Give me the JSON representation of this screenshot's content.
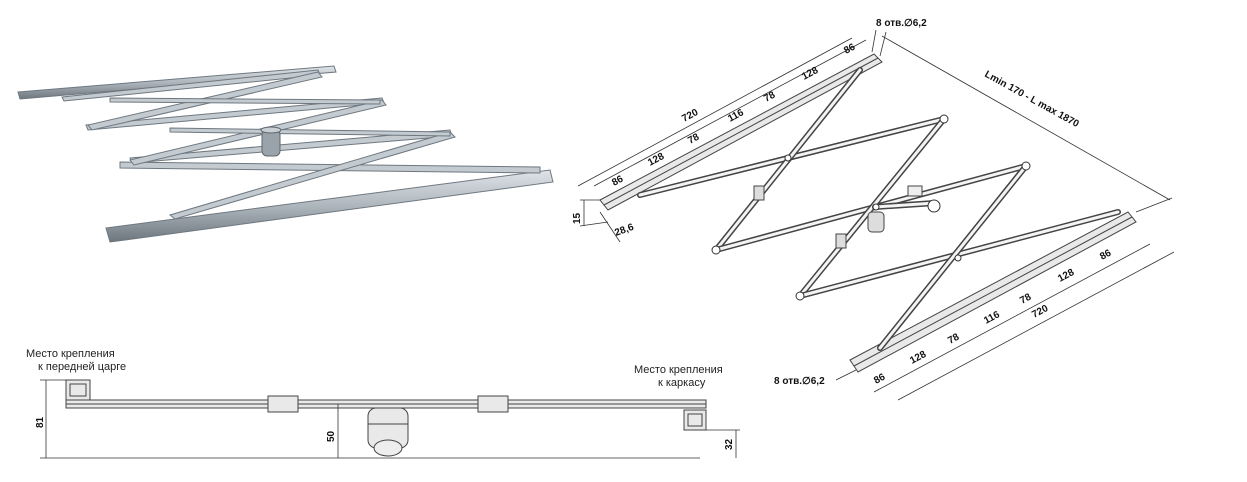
{
  "side_view": {
    "front_mount_label": [
      "Место крепления",
      "к передней царге"
    ],
    "frame_mount_label": [
      "Место крепления",
      "к каркасу"
    ],
    "dims": {
      "height_total": "81",
      "mid_height": "50",
      "right_height": "32"
    }
  },
  "top_view": {
    "holes_top": "8 отв.∅6,2",
    "holes_bottom": "8 отв.∅6,2",
    "length_range": "Lmin 170 - L max 1870",
    "rail_top": {
      "total": "720",
      "segments": [
        "86",
        "128",
        "78",
        "116",
        "78",
        "128",
        "86"
      ]
    },
    "rail_bottom": {
      "total": "720",
      "segments": [
        "86",
        "128",
        "78",
        "116",
        "78",
        "128",
        "86"
      ]
    },
    "height_dim": "15",
    "width_dim": "28,6"
  },
  "colors": {
    "metal": "#b8c0c6",
    "metal_dark": "#7d868d",
    "line": "#333333"
  }
}
